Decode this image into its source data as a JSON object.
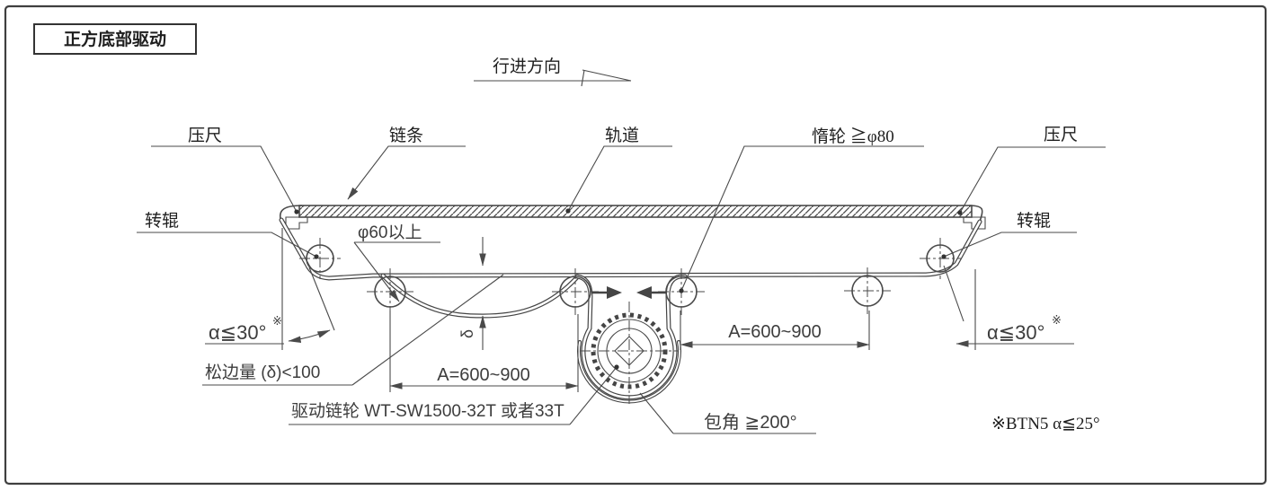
{
  "title": "正方底部驱动",
  "direction_label": "行进方向",
  "callouts": {
    "press_left": "压尺",
    "chain": "链条",
    "rail": "轨道",
    "idler": "惰轮 ≧φ80",
    "press_right": "压尺",
    "roller_left": "转辊",
    "roller_right": "转辊",
    "min_dia": "φ60以上",
    "slack": "松边量 (δ)<100",
    "sprocket": "驱动链轮 WT-SW1500-32T 或者33T",
    "wrap": "包角 ≧200°"
  },
  "dims": {
    "span_left": "A=600~900",
    "span_right": "A=600~900",
    "angle_left": "α≦30°",
    "angle_left_mark": "※",
    "angle_right": "α≦30°",
    "angle_right_mark": "※",
    "sag": "δ"
  },
  "footnote": "※BTN5  α≦25°"
}
